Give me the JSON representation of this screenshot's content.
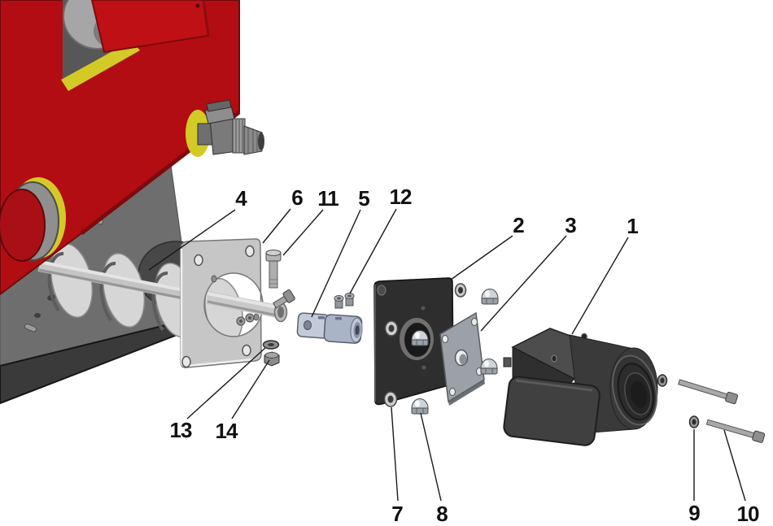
{
  "diagram": {
    "type": "exploded-parts-diagram",
    "background": "#ffffff",
    "callouts": [
      {
        "label": "1"
      },
      {
        "label": "2"
      },
      {
        "label": "3"
      },
      {
        "label": "4"
      },
      {
        "label": "5"
      },
      {
        "label": "6"
      },
      {
        "label": "7"
      },
      {
        "label": "8"
      },
      {
        "label": "9"
      },
      {
        "label": "10"
      },
      {
        "label": "11"
      },
      {
        "label": "12"
      },
      {
        "label": "13"
      },
      {
        "label": "14"
      }
    ],
    "colors": {
      "machine_red": "#b20d12",
      "lid_red": "#bf1015",
      "accent_yellow": "#d3ca28",
      "panel_gray": "#6e6e6e",
      "base_gray": "#3a3a3a",
      "flange_plate_light": "#c6c6c6",
      "mount_plate_dark": "#2e2e2e",
      "adapter_plate_mid": "#9ba1a7",
      "coupling_blue": "#c3cbdb",
      "motor_gray": "#3a3a3a",
      "hardware_gray": "#aeaeae",
      "leader_line": "#1a1a1a"
    }
  }
}
